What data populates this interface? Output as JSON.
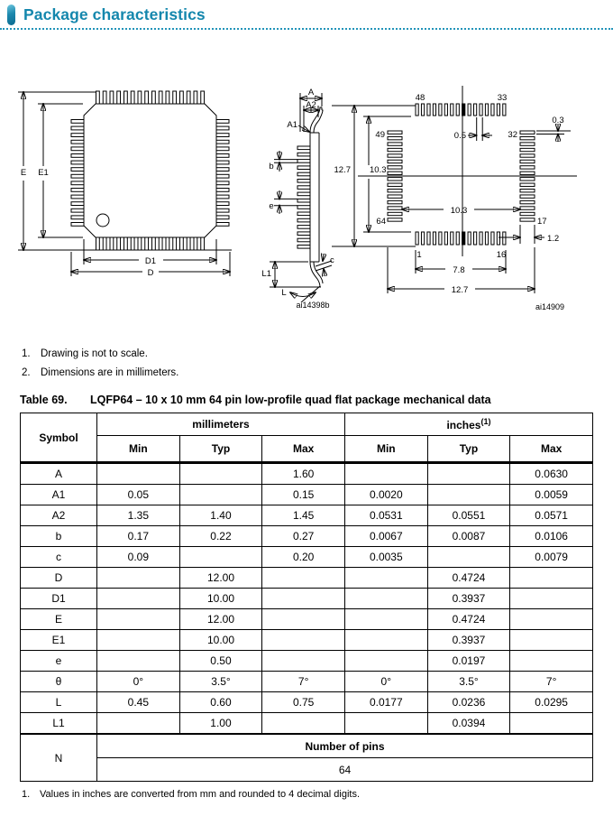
{
  "header": {
    "title": "Package characteristics"
  },
  "figure": {
    "top_view": {
      "dim_E": "E",
      "dim_E1": "E1",
      "dim_D1": "D1",
      "dim_D": "D"
    },
    "side_view": {
      "dim_A": "A",
      "dim_A2": "A2",
      "dim_A1": "A1",
      "dim_b": "b",
      "dim_e": "e",
      "dim_c": "c",
      "dim_L1": "L1",
      "dim_L": "L",
      "caption": "ai14398b"
    },
    "footprint": {
      "pin_48": "48",
      "pin_33": "33",
      "pin_49": "49",
      "pin_32": "32",
      "pin_64": "64",
      "pin_17": "17",
      "pin_1": "1",
      "pin_16": "16",
      "dim_height": "12.7",
      "dim_height_inner": "10.3",
      "dim_pitch": "0.5",
      "dim_pad_thickness": "0.3",
      "dim_span_inner": "10.3",
      "dim_pad_length": "1.2",
      "dim_row_span": "7.8",
      "dim_width": "12.7",
      "caption": "ai14909"
    }
  },
  "notes": [
    {
      "num": "1.",
      "text": "Drawing is not to scale."
    },
    {
      "num": "2.",
      "text": "Dimensions are in millimeters."
    }
  ],
  "table": {
    "caption_label": "Table 69.",
    "caption_title": "LQFP64 – 10 x 10 mm 64 pin low-profile quad flat package mechanical data",
    "header": {
      "symbol": "Symbol",
      "mm_group": "millimeters",
      "in_group": "inches",
      "in_group_sup": "(1)",
      "sub": [
        "Min",
        "Typ",
        "Max",
        "Min",
        "Typ",
        "Max"
      ]
    },
    "rows": [
      {
        "symbol": "A",
        "cells": [
          "",
          "",
          "1.60",
          "",
          "",
          "0.0630"
        ]
      },
      {
        "symbol": "A1",
        "cells": [
          "0.05",
          "",
          "0.15",
          "0.0020",
          "",
          "0.0059"
        ]
      },
      {
        "symbol": "A2",
        "cells": [
          "1.35",
          "1.40",
          "1.45",
          "0.0531",
          "0.0551",
          "0.0571"
        ]
      },
      {
        "symbol": "b",
        "cells": [
          "0.17",
          "0.22",
          "0.27",
          "0.0067",
          "0.0087",
          "0.0106"
        ]
      },
      {
        "symbol": "c",
        "cells": [
          "0.09",
          "",
          "0.20",
          "0.0035",
          "",
          "0.0079"
        ]
      },
      {
        "symbol": "D",
        "cells": [
          "",
          "12.00",
          "",
          "",
          "0.4724",
          ""
        ]
      },
      {
        "symbol": "D1",
        "cells": [
          "",
          "10.00",
          "",
          "",
          "0.3937",
          ""
        ]
      },
      {
        "symbol": "E",
        "cells": [
          "",
          "12.00",
          "",
          "",
          "0.4724",
          ""
        ]
      },
      {
        "symbol": "E1",
        "cells": [
          "",
          "10.00",
          "",
          "",
          "0.3937",
          ""
        ]
      },
      {
        "symbol": "e",
        "cells": [
          "",
          "0.50",
          "",
          "",
          "0.0197",
          ""
        ]
      },
      {
        "symbol": "θ",
        "cells": [
          "0°",
          "3.5°",
          "7°",
          "0°",
          "3.5°",
          "7°"
        ]
      },
      {
        "symbol": "L",
        "cells": [
          "0.45",
          "0.60",
          "0.75",
          "0.0177",
          "0.0236",
          "0.0295"
        ]
      },
      {
        "symbol": "L1",
        "cells": [
          "",
          "1.00",
          "",
          "",
          "0.0394",
          ""
        ]
      }
    ],
    "n_row": {
      "symbol": "N",
      "label": "Number of pins",
      "value": "64"
    },
    "footnote": {
      "num": "1.",
      "text": "Values in inches are converted from mm and rounded to 4 decimal digits."
    }
  },
  "colors": {
    "accent": "#1487ad"
  }
}
